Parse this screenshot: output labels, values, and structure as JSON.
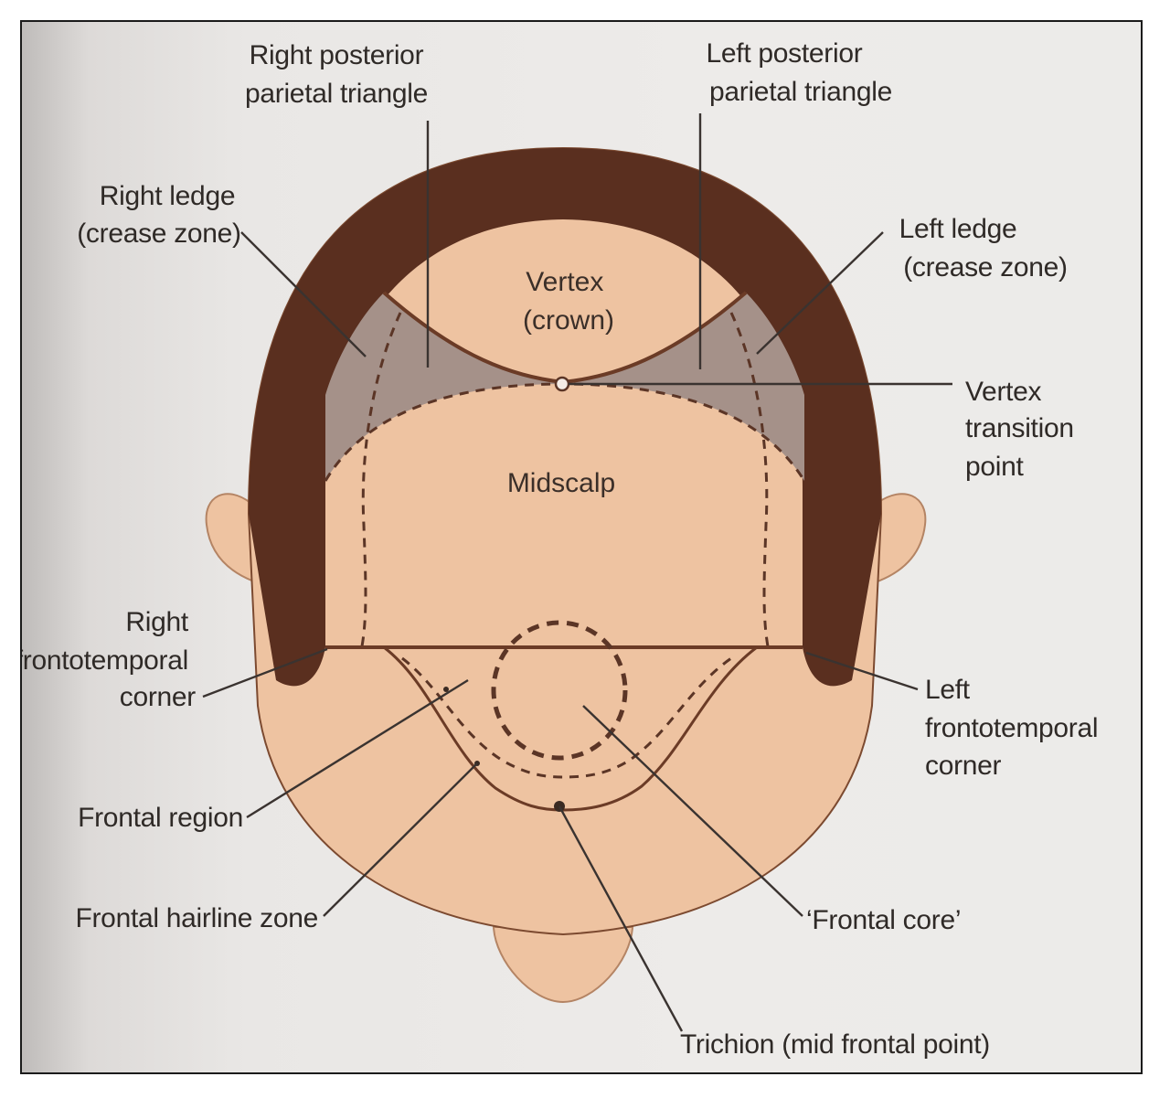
{
  "labels": {
    "right_posterior_parietal_triangle": [
      "Right posterior",
      "parietal triangle"
    ],
    "left_posterior_parietal_triangle": [
      "Left posterior",
      "parietal triangle"
    ],
    "right_ledge": [
      "Right ledge",
      "(crease zone)"
    ],
    "left_ledge": [
      "Left ledge",
      "(crease zone)"
    ],
    "vertex": [
      "Vertex",
      "(crown)"
    ],
    "vertex_transition_point": [
      "Vertex",
      "transition",
      "point"
    ],
    "midscalp": "Midscalp",
    "right_frontotemporal_corner": [
      "Right",
      "frontotemporal",
      "corner"
    ],
    "left_frontotemporal_corner": [
      "Left",
      "frontotemporal",
      "corner"
    ],
    "frontal_region": "Frontal region",
    "frontal_hairline_zone": "Frontal hairline zone",
    "frontal_core": "‘Frontal core’",
    "trichion": "Trichion (mid frontal point)"
  },
  "colors": {
    "hair": "#5a2f1f",
    "skin": "#eec3a1",
    "ledge_grey": "#a59189",
    "outline": "#6b3b26",
    "dash": "#5b3526"
  }
}
